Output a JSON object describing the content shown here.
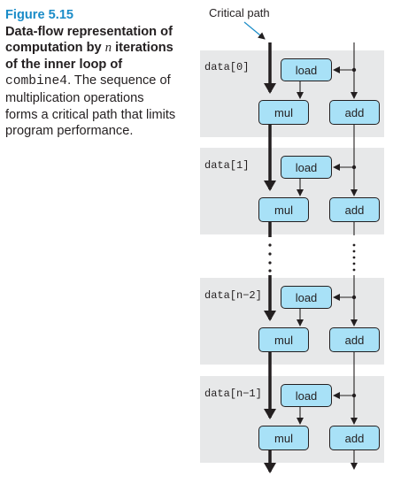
{
  "caption": {
    "figure_label": "Figure 5.15",
    "title": "Data-flow representation of computation by",
    "title_var": "n",
    "title_rest": "iterations of the inner loop of",
    "title_code": "combine4",
    "body": ". The sequence of multiplication operations forms a critical path that limits program performance."
  },
  "diagram": {
    "critical_path_label": "Critical path",
    "iterations": [
      {
        "data_label": "data[0]",
        "load_label": "load",
        "mul_label": "mul",
        "add_label": "add"
      },
      {
        "data_label": "data[1]",
        "load_label": "load",
        "mul_label": "mul",
        "add_label": "add"
      },
      {
        "data_label": "data[n−2]",
        "load_label": "load",
        "mul_label": "mul",
        "add_label": "add"
      },
      {
        "data_label": "data[n−1]",
        "load_label": "load",
        "mul_label": "mul",
        "add_label": "add"
      }
    ],
    "colors": {
      "op_fill": "#a8e1f7",
      "panel_bg": "#e7e8e9",
      "figure_label": "#1a8cc8",
      "critical_arrow": "#1a8cc8"
    }
  }
}
